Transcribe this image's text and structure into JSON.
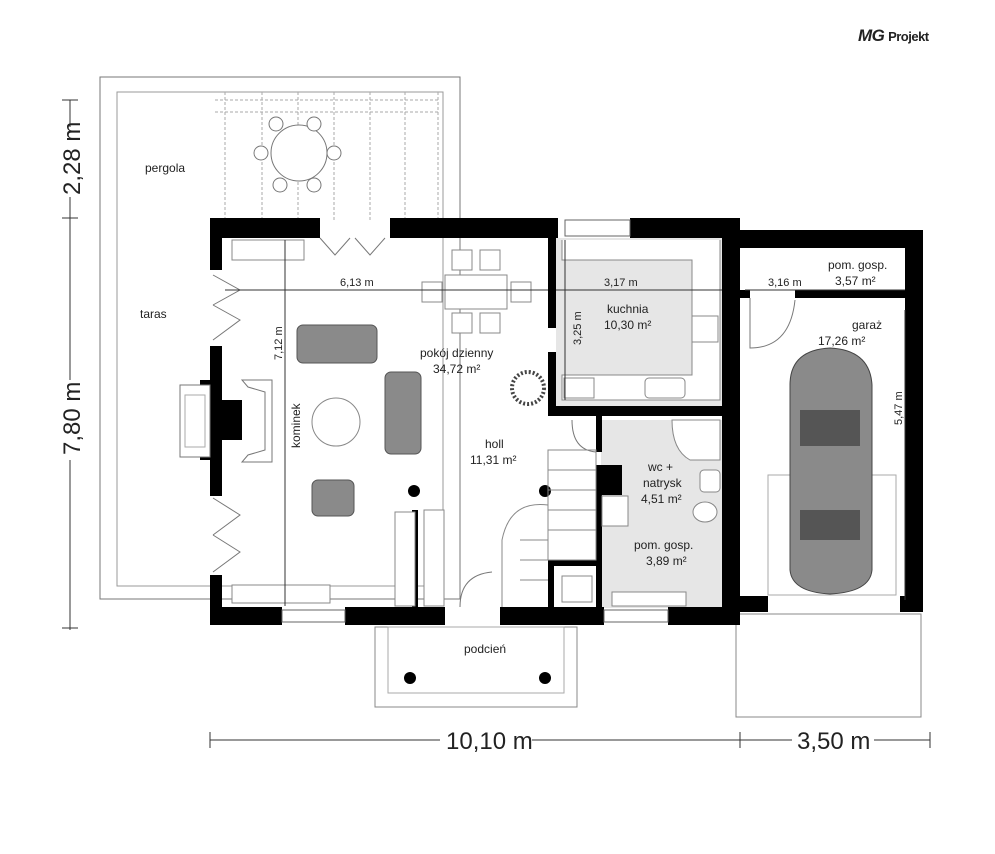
{
  "brand": {
    "mg": "MG",
    "projekt": "Projekt"
  },
  "rooms": {
    "pergola": "pergola",
    "taras": "taras",
    "living": {
      "name": "pokój dzienny",
      "area": "34,72 m²"
    },
    "kitchen": {
      "name": "kuchnia",
      "area": "10,30 m²"
    },
    "holl": {
      "name": "holl",
      "area": "11,31 m²"
    },
    "wc": {
      "name_line1": "wc +",
      "name_line2": "natrysk",
      "area": "4,51 m²"
    },
    "utility_small": {
      "name": "pom. gosp.",
      "area": "3,89 m²"
    },
    "utility_garage": {
      "name": "pom. gosp.",
      "area": "3,57 m²"
    },
    "garage": {
      "name": "garaż",
      "area": "17,26 m²"
    },
    "podcien": "podcień",
    "kominek": "kominek"
  },
  "dimensions": {
    "living_width": "6,13 m",
    "kitchen_width": "3,17 m",
    "garage_utility_width": "3,16 m",
    "living_depth": "7,12 m",
    "kitchen_depth": "3,25 m",
    "garage_depth": "5,47 m",
    "pergola_depth": "2,28 m",
    "house_depth": "7,80 m",
    "house_width": "10,10 m",
    "garage_width": "3,50 m"
  }
}
